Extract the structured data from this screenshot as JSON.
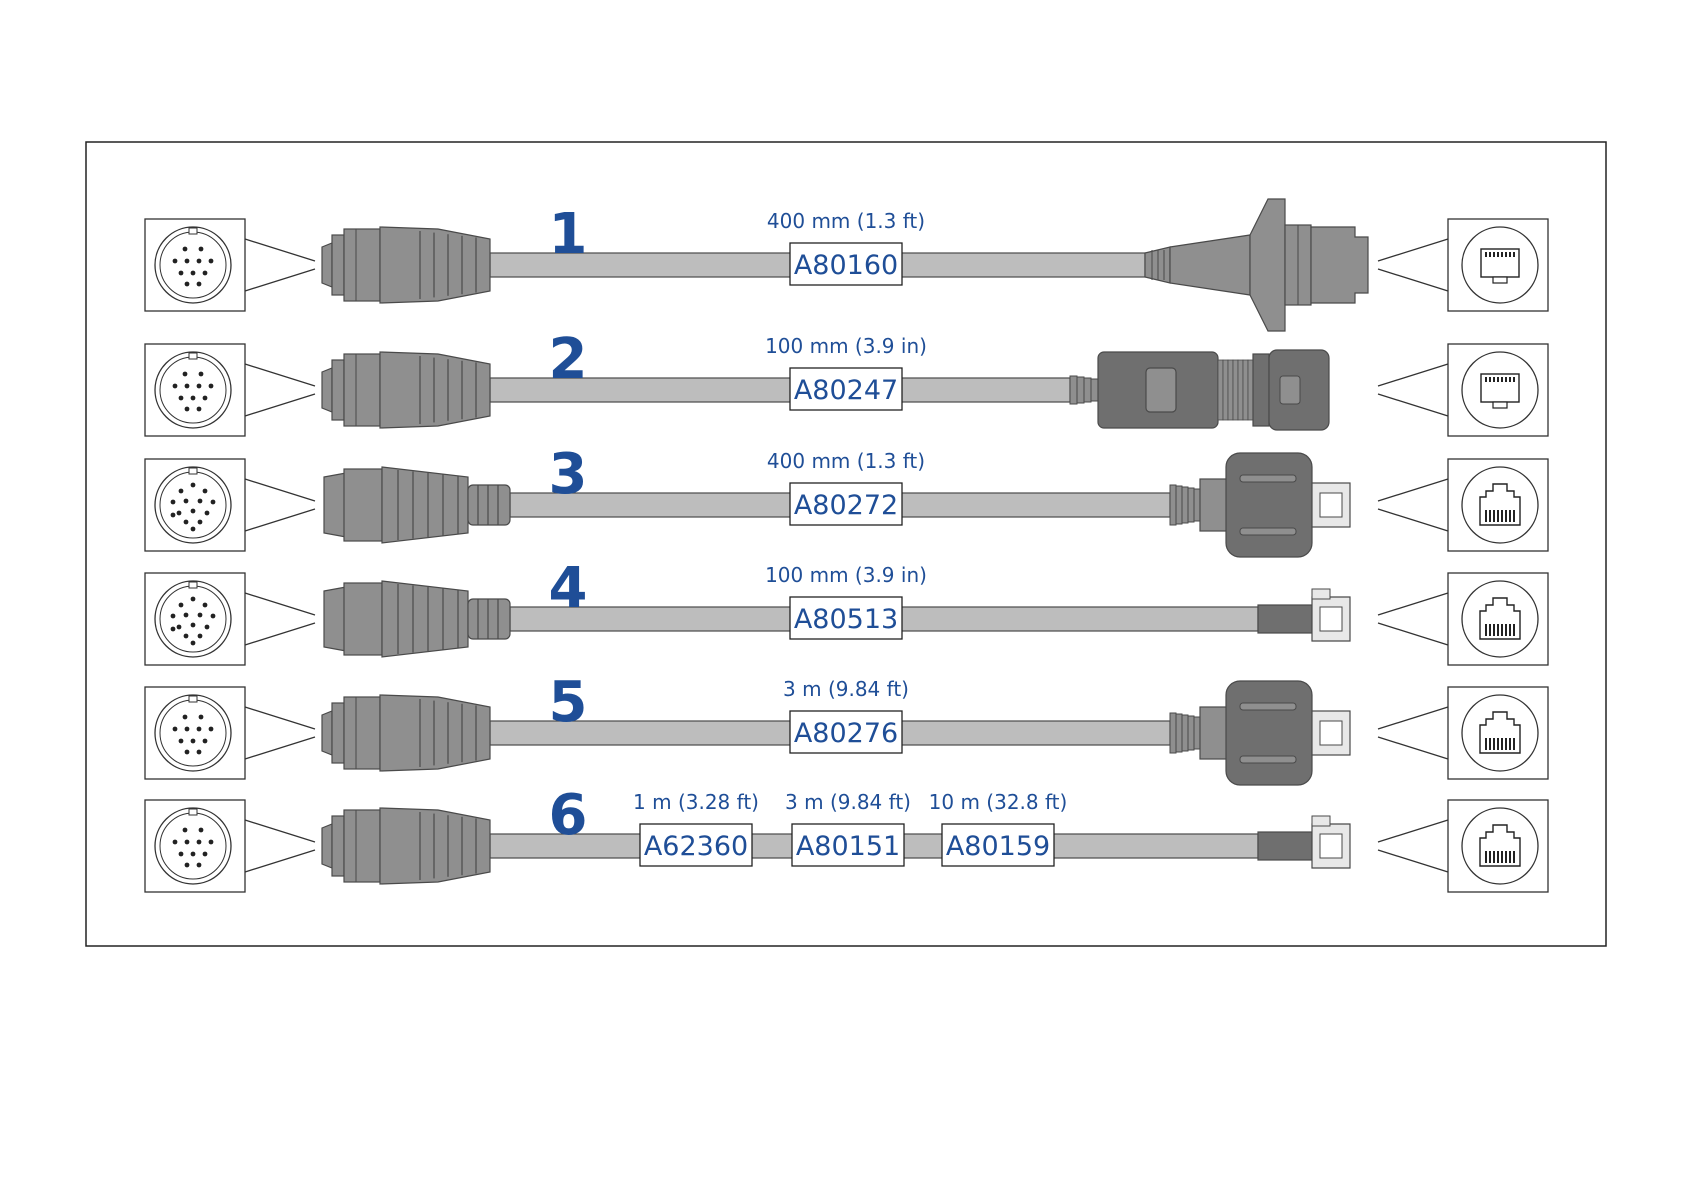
{
  "colors": {
    "accent": "#1f4e97",
    "cable": "#bdbdbd",
    "cable_stroke": "#4a4a4a",
    "connector": "#8f8f8f",
    "connector_dark": "#6f6f6f"
  },
  "icons": {
    "left": "round-multipin-connector-icon",
    "right": "rj45-socket-icon"
  },
  "cables": [
    {
      "number": "1",
      "left_pins": 11,
      "right_end": "bulkhead-rj45-coupler",
      "right_icon": "rj45-socket-small",
      "parts": [
        {
          "length": "400 mm (1.3 ft)",
          "part": "A80160"
        }
      ]
    },
    {
      "number": "2",
      "left_pins": 11,
      "right_end": "panel-mount-rj45-socket",
      "right_icon": "rj45-socket-small",
      "parts": [
        {
          "length": "100 mm (3.9 in)",
          "part": "A80247"
        }
      ]
    },
    {
      "number": "3",
      "left_pins": 14,
      "right_end": "waterproof-rj45-plug",
      "right_icon": "rj45-socket-large",
      "parts": [
        {
          "length": "400 mm (1.3 ft)",
          "part": "A80272"
        }
      ]
    },
    {
      "number": "4",
      "left_pins": 14,
      "right_end": "rj45-plug",
      "right_icon": "rj45-socket-large",
      "parts": [
        {
          "length": "100 mm (3.9 in)",
          "part": "A80513"
        }
      ]
    },
    {
      "number": "5",
      "left_pins": 11,
      "right_end": "waterproof-rj45-plug",
      "right_icon": "rj45-socket-large",
      "parts": [
        {
          "length": "3 m (9.84 ft)",
          "part": "A80276"
        }
      ]
    },
    {
      "number": "6",
      "left_pins": 11,
      "right_end": "rj45-plug",
      "right_icon": "rj45-socket-large",
      "parts": [
        {
          "length": "1 m (3.28 ft)",
          "part": "A62360"
        },
        {
          "length": "3 m (9.84 ft)",
          "part": "A80151"
        },
        {
          "length": "10 m (32.8 ft)",
          "part": "A80159"
        }
      ]
    }
  ]
}
